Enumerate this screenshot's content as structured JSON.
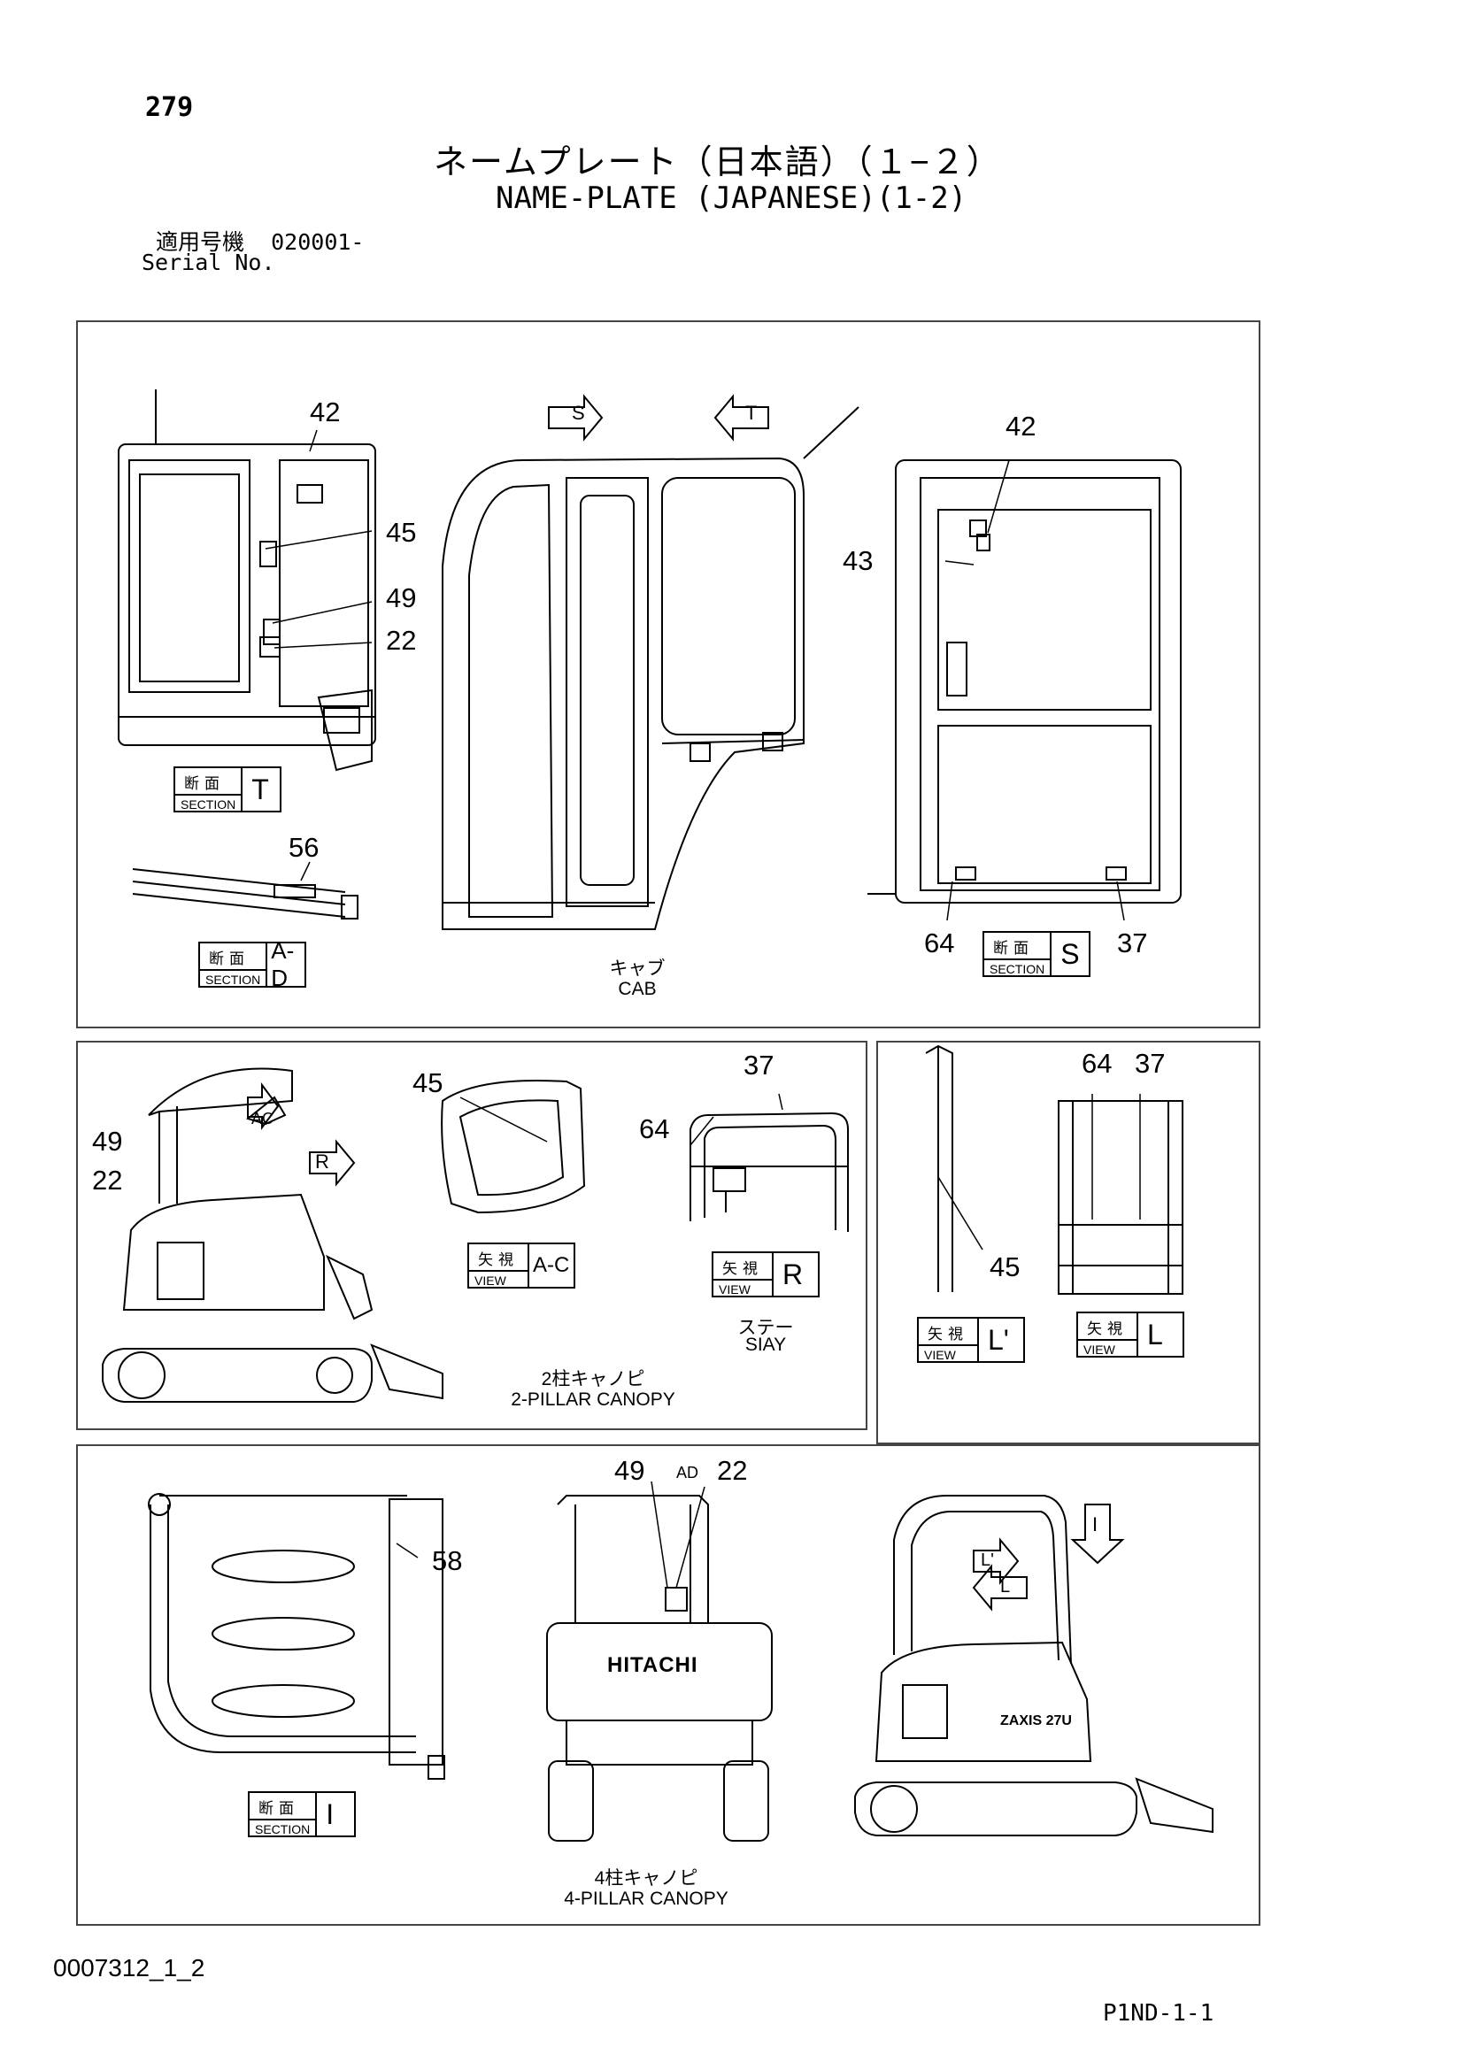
{
  "header": {
    "page_number": "279",
    "title_jp": "ネームプレート（日本語）（１−２）",
    "title_en": "NAME-PLATE (JAPANESE)(1-2)",
    "serial_label_jp": "適用号機",
    "serial_value": "020001-",
    "serial_label_en": "Serial No."
  },
  "cab_panel": {
    "section_t": {
      "jp": "断面",
      "en": "SECTION",
      "letter": "T"
    },
    "section_ad": {
      "jp": "断面",
      "en": "SECTION",
      "letter": "A-D"
    },
    "section_s": {
      "jp": "断面",
      "en": "SECTION",
      "letter": "S"
    },
    "arrow_s": "S",
    "arrow_t": "T",
    "caption_jp": "キャブ",
    "caption_en": "CAB",
    "callouts": [
      "42",
      "45",
      "49",
      "22",
      "56",
      "42",
      "43",
      "64",
      "37"
    ]
  },
  "canopy2_panel": {
    "view_ac": {
      "jp": "矢視",
      "en": "VIEW",
      "letter": "A-C"
    },
    "view_r": {
      "jp": "矢視",
      "en": "VIEW",
      "letter": "R"
    },
    "arrow_ac": "AC",
    "arrow_r": "R",
    "stay_jp": "ステー",
    "stay_en": "SIAY",
    "caption_jp": "2柱キャノピ",
    "caption_en": "2-PILLAR CANOPY",
    "callouts": [
      "49",
      "22",
      "45",
      "37",
      "64"
    ]
  },
  "l_panel": {
    "view_l_prime": {
      "jp": "矢視",
      "en": "VIEW",
      "letter": "L'"
    },
    "view_l": {
      "jp": "矢視",
      "en": "VIEW",
      "letter": "L"
    },
    "callouts": [
      "64",
      "37",
      "45"
    ]
  },
  "canopy4_panel": {
    "section_i": {
      "jp": "断面",
      "en": "SECTION",
      "letter": "I"
    },
    "arrow_ad": "AD",
    "arrow_i": "I",
    "arrow_l_prime": "L'",
    "arrow_l": "L",
    "brand": "HITACHI",
    "model": "ZAXIS 27U",
    "caption_jp": "4柱キャノピ",
    "caption_en": "4-PILLAR CANOPY",
    "callouts": [
      "58",
      "49",
      "22"
    ]
  },
  "footer": {
    "doc_id": "0007312_1_2",
    "page_code": "P1ND-1-1"
  }
}
